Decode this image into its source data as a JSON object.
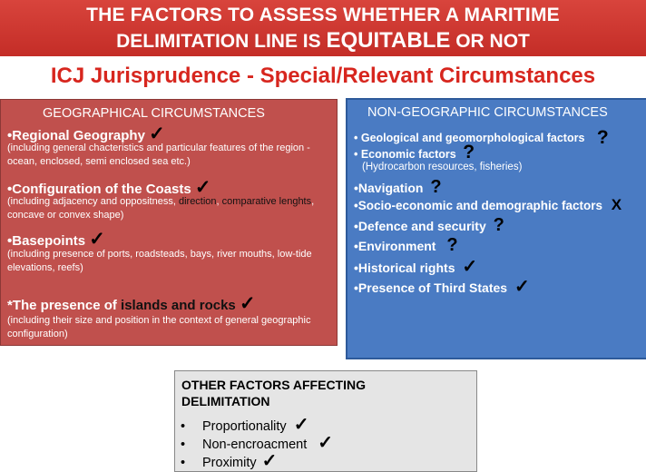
{
  "banner": {
    "line1": "THE  FACTORS TO ASSESS WHETHER A MARITIME",
    "line2_prefix": "DELIMITATION LINE IS",
    "line2_emph": "EQUITABLE",
    "line2_suffix": "OR NOT"
  },
  "subtitle": "ICJ Jurisprudence - Special/Relevant Circumstances",
  "geographical": {
    "header": "GEOGRAPHICAL CIRCUMSTANCES",
    "items": {
      "regional": {
        "label": "•Regional Geography",
        "mark": "✓",
        "desc": "(including general chacteristics and particular features of the region  -ocean, enclosed, semi enclosed sea etc.)"
      },
      "coasts": {
        "label": "•Configuration of the Coasts",
        "mark": "✓",
        "desc_a": "(including adjacency and oppositness, ",
        "desc_b": "direction",
        "desc_c": ", ",
        "desc_d": "comparative lenghts",
        "desc_e": ", concave or convex shape)"
      },
      "basepoints": {
        "label": "•Basepoints",
        "mark": "✓",
        "desc": "(including  presence of ports, roadsteads, bays, river mouths, low-tide elevations, reefs)"
      },
      "islands": {
        "label_a": "*The presence of ",
        "label_b": "islands and rocks",
        "mark": "✓",
        "desc": " (including their size and position in the context of general geographic configuration)"
      }
    }
  },
  "nongeographic": {
    "header": "NON-GEOGRAPHIC CIRCUMSTANCES",
    "items": {
      "geological": {
        "label": "• Geological and geomorphological factors",
        "mark": "?"
      },
      "economic": {
        "label": "• Economic factors",
        "mark": "?",
        "desc": "(Hydrocarbon resources, fisheries)"
      },
      "navigation": {
        "label": "•Navigation",
        "mark": "?"
      },
      "socio": {
        "label": "•Socio-economic and demographic factors",
        "mark": "X"
      },
      "defence": {
        "label": "•Defence and security",
        "mark": "?"
      },
      "environment": {
        "label": "•Environment",
        "mark": "?"
      },
      "historical": {
        "label": "•Historical rights",
        "mark": "✓"
      },
      "third": {
        "label": "•Presence of  Third States",
        "mark": "✓"
      }
    }
  },
  "other": {
    "header_l1": "OTHER FACTORS AFFECTING",
    "header_l2": "DELIMITATION",
    "bullet": "•",
    "items": [
      {
        "label": "Proportionality",
        "mark": "✓"
      },
      {
        "label": "Non-encroacment",
        "mark": "✓"
      },
      {
        "label": "Proximity",
        "mark": "✓"
      }
    ]
  }
}
